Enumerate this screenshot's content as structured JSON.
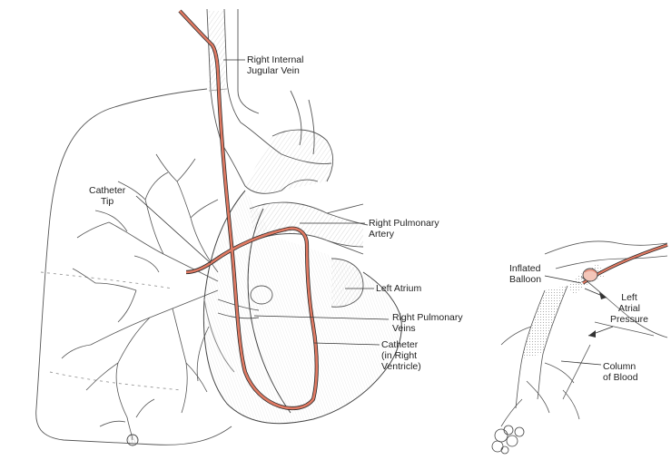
{
  "labels": {
    "jugular": [
      "Right Internal",
      "Jugular Vein"
    ],
    "catheter_tip": [
      "Catheter",
      "Tip"
    ],
    "pulmonary_artery": [
      "Right Pulmonary",
      "Artery"
    ],
    "left_atrium": [
      "Left Atrium"
    ],
    "pulmonary_veins": [
      "Right Pulmonary",
      "Veins"
    ],
    "catheter_rv": [
      "Catheter",
      "(in Right",
      "Ventricle)"
    ],
    "balloon": [
      "Inflated",
      "Balloon"
    ],
    "left_atrial_pressure": [
      "Left",
      "Atrial",
      "Pressure"
    ],
    "column_blood": [
      "Column",
      "of Blood"
    ]
  },
  "colors": {
    "catheter": "#e07a63",
    "ink": "#2a2a2a",
    "sketch": "#6a6a6a"
  }
}
